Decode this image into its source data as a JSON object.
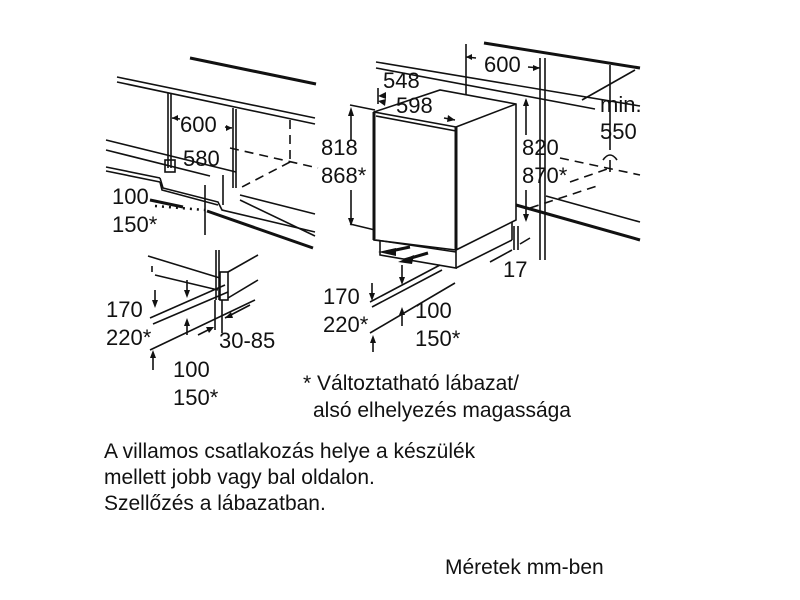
{
  "left_view": {
    "niche_width": "600",
    "niche_depth": "580",
    "plinth_height_a": "100",
    "plinth_height_b": "150*",
    "side_plinth_a": "170",
    "side_plinth_b": "220*",
    "plinth_offset": "30-85",
    "bottom_plinth_a": "100",
    "bottom_plinth_b": "150*"
  },
  "right_view": {
    "depth_outer": "548",
    "width_appliance": "598",
    "height_a": "818",
    "height_b": "868*",
    "niche_width": "600",
    "min_label": "min.",
    "min_value": "550",
    "niche_height_a": "820",
    "niche_height_b": "870*",
    "gap": "17",
    "vent_a": "170",
    "vent_b": "220*",
    "plinth_a": "100",
    "plinth_b": "150*"
  },
  "footnote": {
    "line1": "* Változtatható lábazat/",
    "line2": "alsó elhelyezés magassága"
  },
  "notes": [
    "A villamos csatlakozás helye a készülék",
    "mellett jobb vagy bal oldalon.",
    "Szellőzés a lábazatban."
  ],
  "units": "Méretek mm-ben"
}
